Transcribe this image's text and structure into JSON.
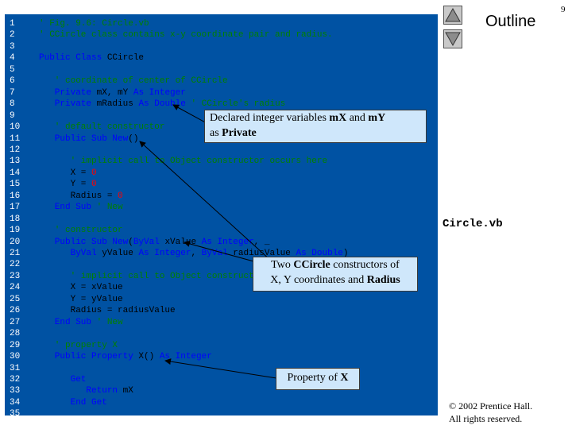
{
  "slide": {
    "outline_title": "Outline",
    "file_label": "Circle.vb",
    "page_number": "9",
    "copyright_line1": "© 2002 Prentice Hall.",
    "copyright_line2": "All rights reserved.",
    "nav_up_icon": "triangle-up-icon",
    "nav_down_icon": "triangle-down-icon"
  },
  "code": {
    "line_numbers": [
      "1",
      "2",
      "3",
      "4",
      "5",
      "6",
      "7",
      "8",
      "9",
      "10",
      "11",
      "12",
      "13",
      "14",
      "15",
      "16",
      "17",
      "18",
      "19",
      "20",
      "21",
      "22",
      "23",
      "24",
      "25",
      "26",
      "27",
      "28",
      "29",
      "30",
      "31",
      "32",
      "33",
      "34",
      "35"
    ],
    "lines": [
      [
        {
          "t": "' Fig. 9.6: Circle.vb",
          "c": "cm"
        }
      ],
      [
        {
          "t": "' CCircle class contains x-y coordinate pair and radius.",
          "c": "cm"
        }
      ],
      [],
      [
        {
          "t": "Public Class ",
          "c": "kw"
        },
        {
          "t": "CCircle",
          "c": "id"
        }
      ],
      [],
      [
        {
          "t": "   ' coordinate of center of CCircle",
          "c": "cm"
        }
      ],
      [
        {
          "t": "   Private ",
          "c": "kw"
        },
        {
          "t": "mX, mY ",
          "c": "id"
        },
        {
          "t": "As Integer",
          "c": "kw"
        }
      ],
      [
        {
          "t": "   Private ",
          "c": "kw"
        },
        {
          "t": "mRadius ",
          "c": "id"
        },
        {
          "t": "As Double ",
          "c": "kw"
        },
        {
          "t": "' CCircle's radius",
          "c": "cm"
        }
      ],
      [],
      [
        {
          "t": "   ' default constructor",
          "c": "cm"
        }
      ],
      [
        {
          "t": "   Public Sub New",
          "c": "kw"
        },
        {
          "t": "()",
          "c": "id"
        }
      ],
      [],
      [
        {
          "t": "      ' implicit call to Object constructor occurs here",
          "c": "cm"
        }
      ],
      [
        {
          "t": "      X = ",
          "c": "id"
        },
        {
          "t": "0",
          "c": "num"
        }
      ],
      [
        {
          "t": "      Y = ",
          "c": "id"
        },
        {
          "t": "0",
          "c": "num"
        }
      ],
      [
        {
          "t": "      Radius = ",
          "c": "id"
        },
        {
          "t": "0",
          "c": "num"
        }
      ],
      [
        {
          "t": "   End Sub ",
          "c": "kw"
        },
        {
          "t": "' New",
          "c": "cm"
        }
      ],
      [],
      [
        {
          "t": "   ' constructor",
          "c": "cm"
        }
      ],
      [
        {
          "t": "   Public Sub New",
          "c": "kw"
        },
        {
          "t": "(",
          "c": "id"
        },
        {
          "t": "ByVal ",
          "c": "kw"
        },
        {
          "t": "xValue ",
          "c": "id"
        },
        {
          "t": "As Integer",
          "c": "kw"
        },
        {
          "t": ", _",
          "c": "id"
        }
      ],
      [
        {
          "t": "      ByVal ",
          "c": "kw"
        },
        {
          "t": "yValue ",
          "c": "id"
        },
        {
          "t": "As Integer",
          "c": "kw"
        },
        {
          "t": ", ",
          "c": "id"
        },
        {
          "t": "ByVal ",
          "c": "kw"
        },
        {
          "t": "radiusValue ",
          "c": "id"
        },
        {
          "t": "As Double",
          "c": "kw"
        },
        {
          "t": ")",
          "c": "id"
        }
      ],
      [],
      [
        {
          "t": "      ' implicit call to Object constructor occurs here",
          "c": "cm"
        }
      ],
      [
        {
          "t": "      X = xValue",
          "c": "id"
        }
      ],
      [
        {
          "t": "      Y = yValue",
          "c": "id"
        }
      ],
      [
        {
          "t": "      Radius = radiusValue",
          "c": "id"
        }
      ],
      [
        {
          "t": "   End Sub ",
          "c": "kw"
        },
        {
          "t": "' New",
          "c": "cm"
        }
      ],
      [],
      [
        {
          "t": "   ' property X",
          "c": "cm"
        }
      ],
      [
        {
          "t": "   Public Property ",
          "c": "kw"
        },
        {
          "t": "X() ",
          "c": "id"
        },
        {
          "t": "As Integer",
          "c": "kw"
        }
      ],
      [],
      [
        {
          "t": "      Get",
          "c": "kw"
        }
      ],
      [
        {
          "t": "         Return ",
          "c": "kw"
        },
        {
          "t": "mX",
          "c": "id"
        }
      ],
      [
        {
          "t": "      End Get",
          "c": "kw"
        }
      ],
      []
    ]
  },
  "callouts": {
    "private_vars": {
      "line1_prefix": "Declared integer variables ",
      "line1_bold": "mX",
      "line1_mid": " and ",
      "line1_bold2": "mY",
      "line2_prefix": "as ",
      "line2_bold": "Private"
    },
    "constructors": {
      "line1_prefix": "Two ",
      "line1_bold": "CCircle",
      "line1_suffix": " constructors of",
      "line2_prefix": "X, Y coordinates and ",
      "line2_bold": "Radius"
    },
    "property": {
      "prefix": "Property of ",
      "bold": "X"
    }
  }
}
